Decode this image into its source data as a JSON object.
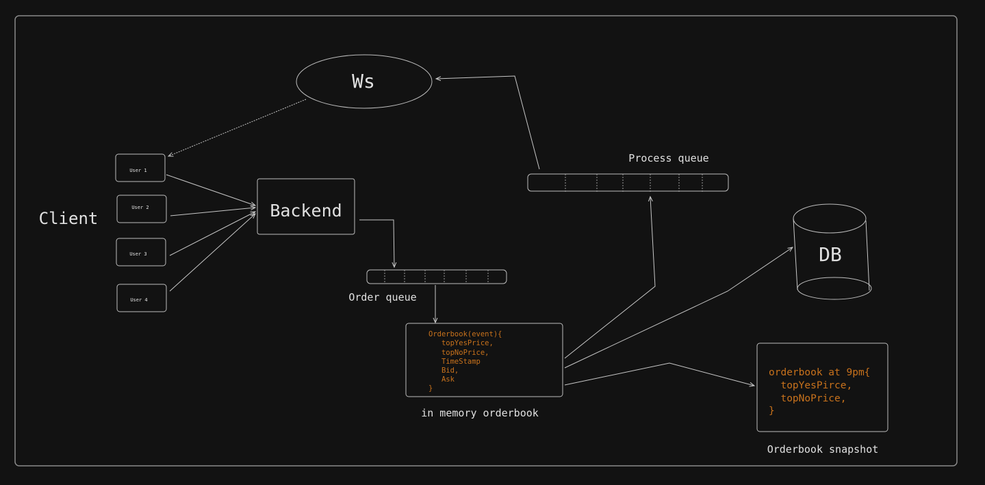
{
  "diagram": {
    "nodes": {
      "ws": "Ws",
      "client": "Client",
      "backend": "Backend",
      "users": [
        "User 1",
        "User 2",
        "User 3",
        "User 4"
      ],
      "order_queue": "Order queue",
      "process_queue": "Process queue",
      "db": "DB",
      "in_memory_label": "in memory orderbook",
      "snapshot_label": "Orderbook snapshot"
    },
    "orderbook_code": [
      "Orderbook(event){",
      "   topYesPrice,",
      "   topNoPrice,",
      "   TimeStamp",
      "   Bid,",
      "   Ask",
      "}"
    ],
    "snapshot_code": [
      "orderbook at 9pm{",
      "  topYesPirce,",
      "  topNoPrice,",
      "}"
    ],
    "colors": {
      "background": "#121212",
      "stroke": "#c8c8c8",
      "code": "#c8721c"
    }
  }
}
